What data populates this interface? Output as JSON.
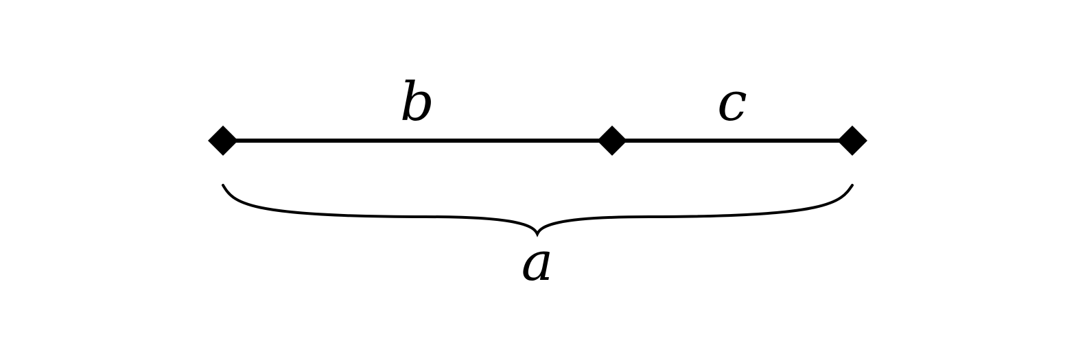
{
  "diagram": {
    "segments": [
      {
        "label": "b"
      },
      {
        "label": "c"
      }
    ],
    "total": {
      "label": "a"
    },
    "colors": {
      "stroke": "#000000",
      "background": "#ffffff"
    }
  }
}
